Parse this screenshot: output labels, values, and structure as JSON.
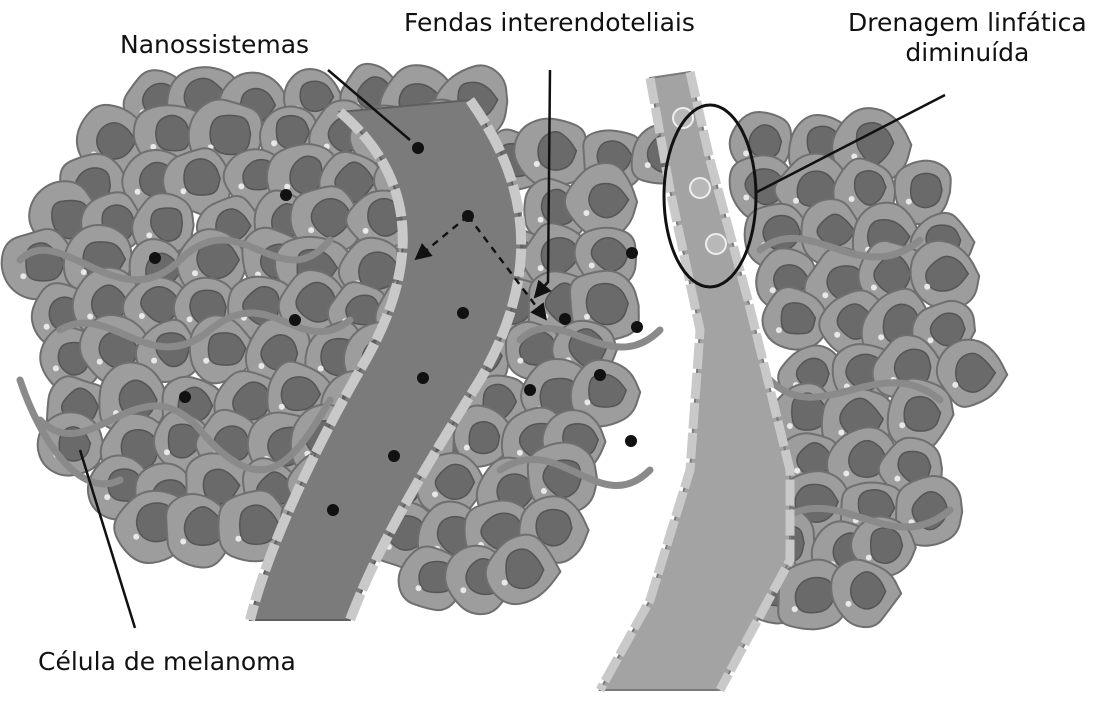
{
  "labels": {
    "nanossistemas": "Nanossistemas",
    "fendas": "Fendas interendoteliais",
    "drenagem_line1": "Drenagem linfática",
    "drenagem_line2": "diminuída",
    "celula": "Célula de melanoma"
  },
  "colors": {
    "cell_fill": "#9d9d9d",
    "cell_edge": "#6f6f6f",
    "nucleus": "#6a6a6a",
    "vessel": "#7b7b7b",
    "lymph": "#a3a3a3",
    "wall": "#c9c9c9",
    "fiber": "#8a8a8a",
    "particle": "#111111",
    "line": "#111111"
  }
}
